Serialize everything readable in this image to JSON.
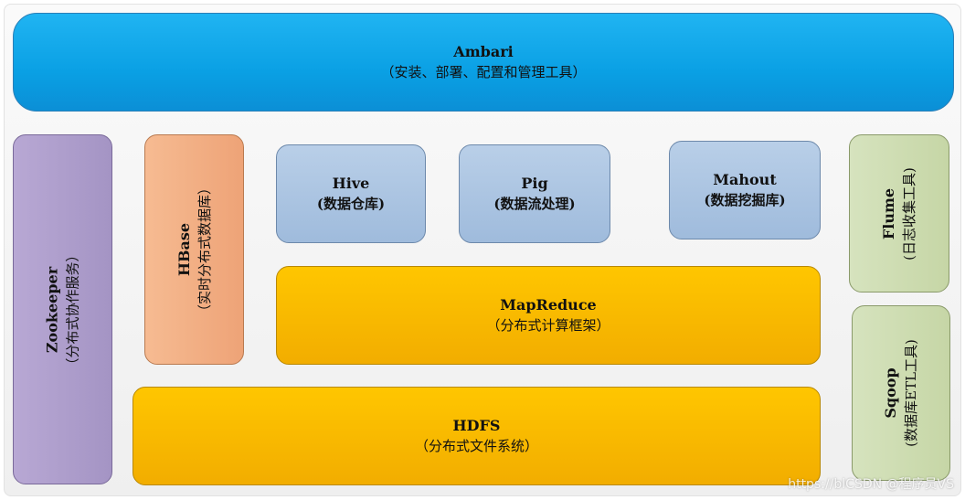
{
  "ambari": {
    "name": "Ambari",
    "desc": "（安装、部署、配置和管理工具）"
  },
  "hive": {
    "name": "Hive",
    "desc": "(数据仓库)"
  },
  "pig": {
    "name": "Pig",
    "desc": "(数据流处理)"
  },
  "mahout": {
    "name": "Mahout",
    "desc": "(数据挖掘库)"
  },
  "mapreduce": {
    "name": "MapReduce",
    "desc": "（分布式计算框架）"
  },
  "hdfs": {
    "name": "HDFS",
    "desc": "（分布式文件系统）"
  },
  "zookeeper": {
    "name": "Zookeeper",
    "desc": "（分布式协作服务）"
  },
  "hbase": {
    "name": "HBase",
    "desc": "（实时分布式数据库）"
  },
  "flume": {
    "name": "Flume",
    "desc": "(日志收集工具)"
  },
  "sqoop": {
    "name": "Sqoop",
    "desc": "(数据库ETL工具)"
  },
  "watermark": "https://blCSDN @程序员VS"
}
